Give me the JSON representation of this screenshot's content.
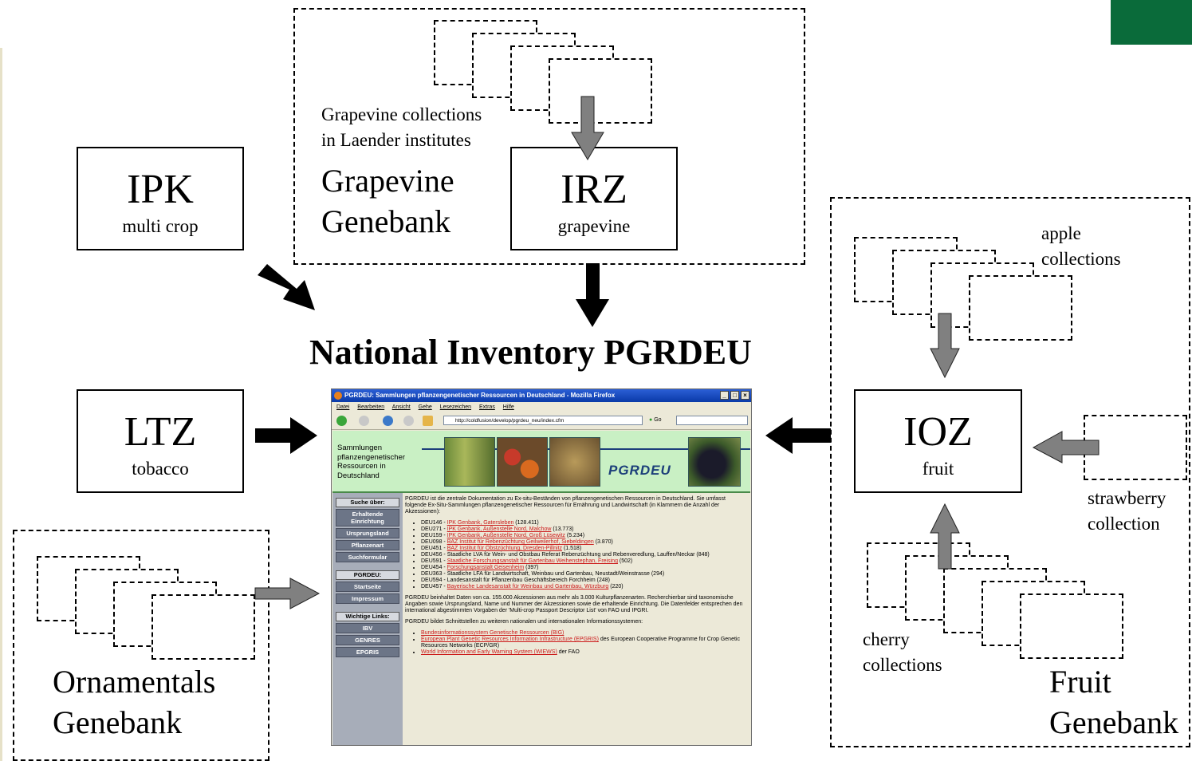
{
  "nodes": {
    "ipk": {
      "name": "IPK",
      "sub": "multi crop"
    },
    "irz": {
      "name": "IRZ",
      "sub": "grapevine"
    },
    "ltz": {
      "name": "LTZ",
      "sub": "tobacco"
    },
    "ioz": {
      "name": "IOZ",
      "sub": "fruit"
    }
  },
  "labels": {
    "grapevine_collections": [
      "Grapevine collections",
      "in Laender institutes"
    ],
    "grapevine_genebank": [
      "Grapevine",
      "Genebank"
    ],
    "apple": [
      "apple",
      "collections"
    ],
    "strawberry": [
      "strawberry",
      "collection"
    ],
    "cherry": [
      "cherry",
      "collections"
    ],
    "fruit_genebank": [
      "Fruit",
      "Genebank"
    ],
    "ornamentals_genebank": [
      "Ornamentals",
      "Genebank"
    ]
  },
  "headline": "National Inventory PGRDEU",
  "browser": {
    "title": "PGRDEU: Sammlungen pflanzengenetischer Ressourcen in Deutschland - Mozilla Firefox",
    "menu": [
      "Datei",
      "Bearbeiten",
      "Ansicht",
      "Gehe",
      "Lesezeichen",
      "Extras",
      "Hilfe"
    ],
    "url": "http://coldfusion/develop/pgrdeu_neu/index.cfm",
    "go": "Go",
    "banner_text": "Sammlungen\npflanzengenetischer\nRessourcen in\nDeutschland",
    "logo": "PGRDEU",
    "sidebar": {
      "search_head": "Suche über:",
      "search_items": [
        "Erhaltende Einrichtung",
        "Ursprungsland",
        "Pflanzenart",
        "Suchformular"
      ],
      "pgrdeu_head": "PGRDEU:",
      "pgrdeu_items": [
        "Startseite",
        "Impressum"
      ],
      "links_head": "Wichtige Links:",
      "links_items": [
        "IBV",
        "GENRES",
        "EPGRIS"
      ]
    },
    "intro": "PGRDEU ist die zentrale Dokumentation zu Ex-situ-Beständen von pflanzengenetischen Ressourcen in Deutschland. Sie umfasst folgende Ex-Situ-Sammlungen pflanzengenetischer Ressourcen für Ernährung und Landwirtschaft (in Klammern die Anzahl der Akzessionen):",
    "collections": [
      {
        "code": "DEU146 - ",
        "link": "IPK Genbank, Gatersleben",
        "text": " (128.411)"
      },
      {
        "code": "DEU271 - ",
        "link": "IPK Genbank, Außenstelle Nord, Malchow",
        "text": " (13.773)"
      },
      {
        "code": "DEU159 - ",
        "link": "IPK Genbank, Außenstelle Nord, Groß Lüsewitz",
        "text": " (5.234)"
      },
      {
        "code": "DEU098 - ",
        "link": "BAZ Institut für Rebenzüchtung Geilweilerhof, Siebeldingen",
        "text": " (3.870)"
      },
      {
        "code": "DEU451 - ",
        "link": "BAZ Institut für Obstzüchtung, Dresden-Pillnitz",
        "text": " (1.518)"
      },
      {
        "code": "DEU456 - ",
        "link": "",
        "text": "Staatliche LVA für Wein- und Obstbau Referat Rebenzüchtung und Rebenveredlung, Lauffen/Neckar (848)"
      },
      {
        "code": "DEU591 - ",
        "link": "Staatliche Forschungsanstalt für Gartenbau Weihenstephan, Freising",
        "text": " (502)"
      },
      {
        "code": "DEU454 - ",
        "link": "Forschungsanstalt Geisenheim",
        "text": " (397)"
      },
      {
        "code": "DEU363 - ",
        "link": "",
        "text": "Staatliche LFA für Landwirtschaft, Weinbau und Gartenbau, Neustadt/Weinstrasse (294)"
      },
      {
        "code": "DEU594 - ",
        "link": "",
        "text": "Landesanstalt für Pflanzenbau Geschäftsbereich Forchheim (248)"
      },
      {
        "code": "DEU457 - ",
        "link": "Bayerische Landesanstalt für Weinbau und Gartenbau, Würzburg",
        "text": " (220)"
      }
    ],
    "para2": "PGRDEU beinhaltet Daten von ca. 155.000 Akzessionen aus mehr als 3.000 Kulturpflanzenarten. Recherchierbar sind taxonomische Angaben sowie Ursprungsland, Name und Nummer der Akzessionen sowie die erhaltende Einrichtung. Die Datenfelder entsprechen den international abgestimmten Vorgaben der 'Multi-crop Passport Descriptor List' von FAO und IPGRI.",
    "para3": "PGRDEU bildet Schnittstellen zu weiteren nationalen und internationalen Informationssystemen:",
    "systems": [
      {
        "link": "Bundesinformationssystem Genetische Ressourcen (BIG)",
        "text": ""
      },
      {
        "link": "European Plant Genetic Resources Information Infrastructure (EPGRIS)",
        "text": " des European Cooperative Programme for Crop Genetic Resources Networks (ECP/GR)"
      },
      {
        "link": "World Information and Early Warning System (WIEWS)",
        "text": " der FAO"
      }
    ]
  },
  "colors": {
    "accent_green": "#0a6b3a",
    "arrow_gray": "#808080",
    "link_red": "#cc1b1b"
  }
}
